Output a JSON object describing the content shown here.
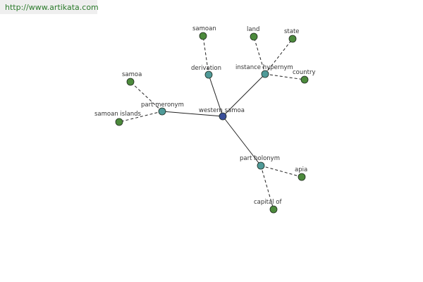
{
  "banner": {
    "url": "http://www.artikata.com"
  },
  "colors": {
    "root": "#3a4f9a",
    "relation": "#4f9a98",
    "leaf": "#4c8a3c",
    "edge": "#222222",
    "background": "#ffffff"
  },
  "graph": {
    "nodes": [
      {
        "id": "western-samoa",
        "label": "western samoa",
        "kind": "root"
      },
      {
        "id": "derivation",
        "label": "derivation",
        "kind": "relation"
      },
      {
        "id": "instance-hypernym",
        "label": "instance hypernym",
        "kind": "relation"
      },
      {
        "id": "part-meronym",
        "label": "part meronym",
        "kind": "relation"
      },
      {
        "id": "part-holonym",
        "label": "part holonym",
        "kind": "relation"
      },
      {
        "id": "samoan",
        "label": "samoan",
        "kind": "leaf"
      },
      {
        "id": "land",
        "label": "land",
        "kind": "leaf"
      },
      {
        "id": "state",
        "label": "state",
        "kind": "leaf"
      },
      {
        "id": "country",
        "label": "country",
        "kind": "leaf"
      },
      {
        "id": "samoa",
        "label": "samoa",
        "kind": "leaf"
      },
      {
        "id": "samoan-islands",
        "label": "samoan islands",
        "kind": "leaf"
      },
      {
        "id": "apia",
        "label": "apia",
        "kind": "leaf"
      },
      {
        "id": "capital-of",
        "label": "capital of",
        "kind": "leaf"
      }
    ],
    "edges": [
      {
        "from": "western-samoa",
        "to": "derivation",
        "style": "solid"
      },
      {
        "from": "western-samoa",
        "to": "instance-hypernym",
        "style": "solid"
      },
      {
        "from": "western-samoa",
        "to": "part-meronym",
        "style": "solid"
      },
      {
        "from": "western-samoa",
        "to": "part-holonym",
        "style": "solid"
      },
      {
        "from": "derivation",
        "to": "samoan",
        "style": "dashed"
      },
      {
        "from": "instance-hypernym",
        "to": "land",
        "style": "dashed"
      },
      {
        "from": "instance-hypernym",
        "to": "state",
        "style": "dashed"
      },
      {
        "from": "instance-hypernym",
        "to": "country",
        "style": "dashed"
      },
      {
        "from": "part-meronym",
        "to": "samoa",
        "style": "dashed"
      },
      {
        "from": "part-meronym",
        "to": "samoan-islands",
        "style": "dashed"
      },
      {
        "from": "part-holonym",
        "to": "apia",
        "style": "dashed"
      },
      {
        "from": "part-holonym",
        "to": "capital-of",
        "style": "dashed"
      }
    ]
  }
}
